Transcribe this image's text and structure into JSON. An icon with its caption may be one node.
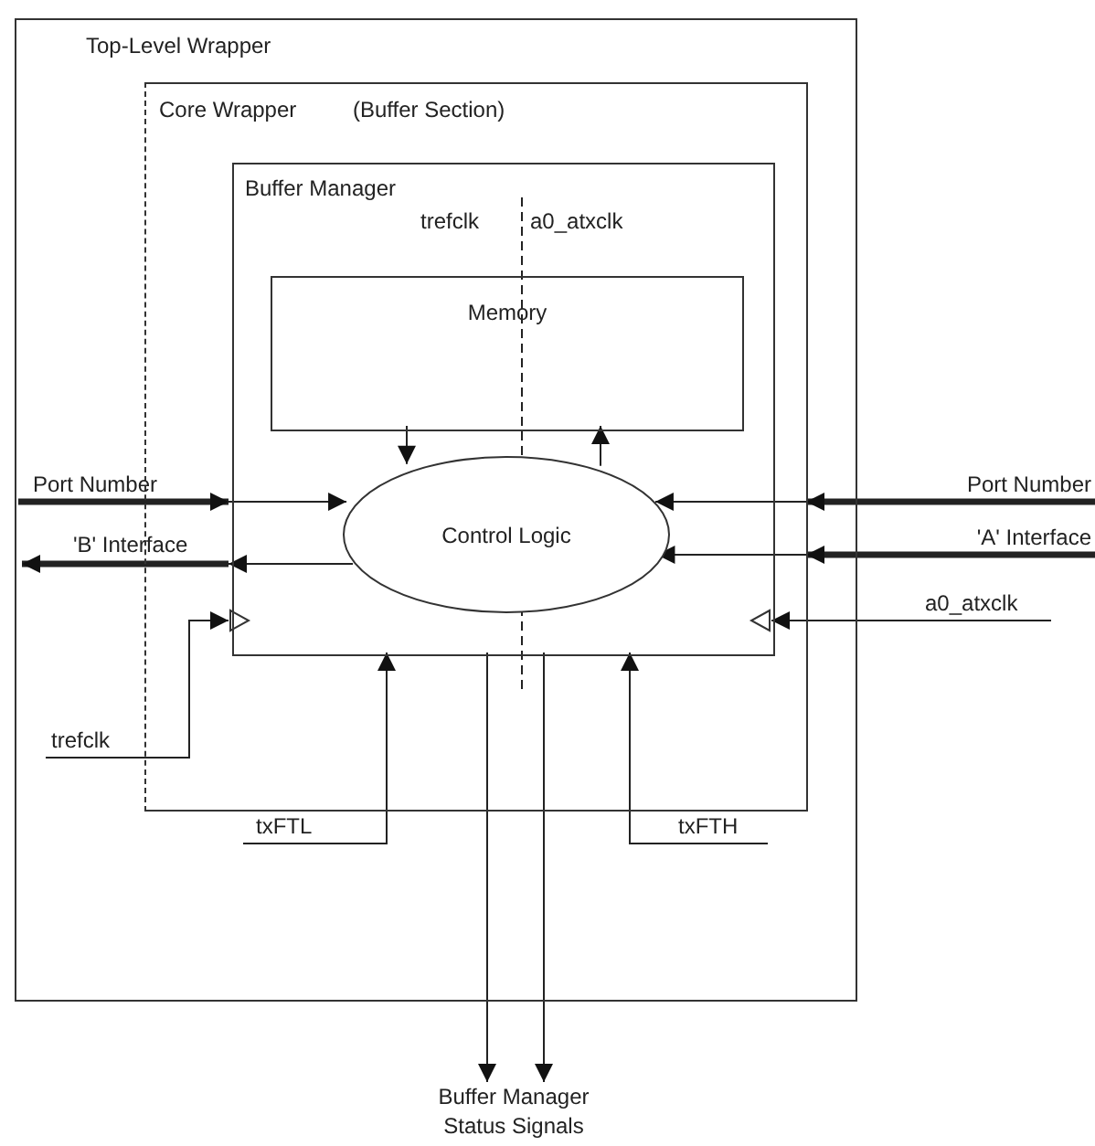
{
  "diagram": {
    "nodes": [
      {
        "text": [
          "Top-Level Wrapper"
        ]
      },
      {
        "text": [
          "Core Wrapper",
          "(Buffer Section)"
        ],
        "in": 0
      },
      {
        "text": [
          "Buffer Manager"
        ],
        "in": 1
      },
      {
        "text": [
          "Memory"
        ],
        "in": 2
      },
      {
        "text": [
          "Control Logic"
        ],
        "in": 2
      },
      {
        "text": [
          "Buffer Manager Status Signals"
        ]
      }
    ],
    "edges": [
      {
        "from": 3,
        "to": 4,
        "arrow": "to"
      },
      {
        "from": 4,
        "to": 3,
        "arrow": "to"
      },
      {
        "from": null,
        "to": 2,
        "arrow": "to",
        "style": "thick",
        "label": "Port Number"
      },
      {
        "from": 2,
        "to": 4,
        "arrow": "to"
      },
      {
        "from": 4,
        "to": 2,
        "arrow": "to"
      },
      {
        "from": 2,
        "to": null,
        "arrow": "to",
        "style": "thick",
        "label": "'B' Interface"
      },
      {
        "from": null,
        "to": 2,
        "arrow": "to",
        "label": "trefclk"
      },
      {
        "from": null,
        "to": 2,
        "arrow": "to",
        "label": "txFTL"
      },
      {
        "from": null,
        "to": 2,
        "arrow": "to",
        "label": "txFTH"
      },
      {
        "from": null,
        "to": 1,
        "arrow": "to",
        "style": "thick",
        "label": "Port Number"
      },
      {
        "from": 1,
        "to": 4,
        "arrow": "to"
      },
      {
        "from": null,
        "to": 1,
        "arrow": "to",
        "style": "thick",
        "label": "'A' Interface"
      },
      {
        "from": 1,
        "to": 4,
        "arrow": "to"
      },
      {
        "from": null,
        "to": 2,
        "arrow": "to",
        "label": "a0_atxclk"
      },
      {
        "from": 2,
        "to": 5,
        "arrow": "to"
      },
      {
        "from": 2,
        "to": 5,
        "arrow": "to"
      }
    ],
    "labels": [
      "trefclk",
      "a0_atxclk"
    ]
  }
}
